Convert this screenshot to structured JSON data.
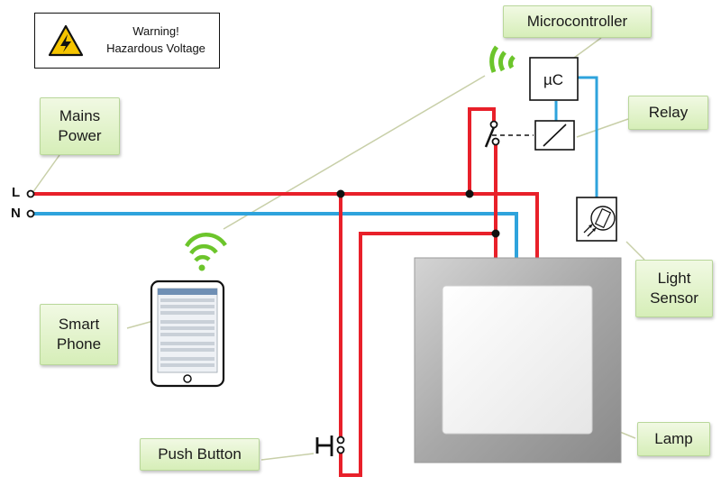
{
  "warning": {
    "line1": "Warning!",
    "line2": "Hazardous Voltage",
    "icon": "high-voltage-warning-icon"
  },
  "labels": {
    "microcontroller": "Microcontroller",
    "mains_power_line1": "Mains",
    "mains_power_line2": "Power",
    "relay": "Relay",
    "light_sensor_line1": "Light",
    "light_sensor_line2": "Sensor",
    "smart_phone_line1": "Smart",
    "smart_phone_line2": "Phone",
    "push_button": "Push Button",
    "lamp": "Lamp"
  },
  "components": {
    "microcontroller_symbol": "µC",
    "terminal_live": "L",
    "terminal_neutral": "N"
  },
  "colors": {
    "live_wire": "#e8202a",
    "neutral_wire": "#2ea3dc",
    "control_wire": "#2ea3dc",
    "wifi_signal": "#6cc52b",
    "label_fill": "#dff1c6"
  },
  "icons": [
    "high-voltage-warning-icon",
    "wifi-signal-icon",
    "smartphone-icon",
    "light-sensor-icon",
    "relay-icon",
    "push-button-icon",
    "lamp-icon"
  ]
}
